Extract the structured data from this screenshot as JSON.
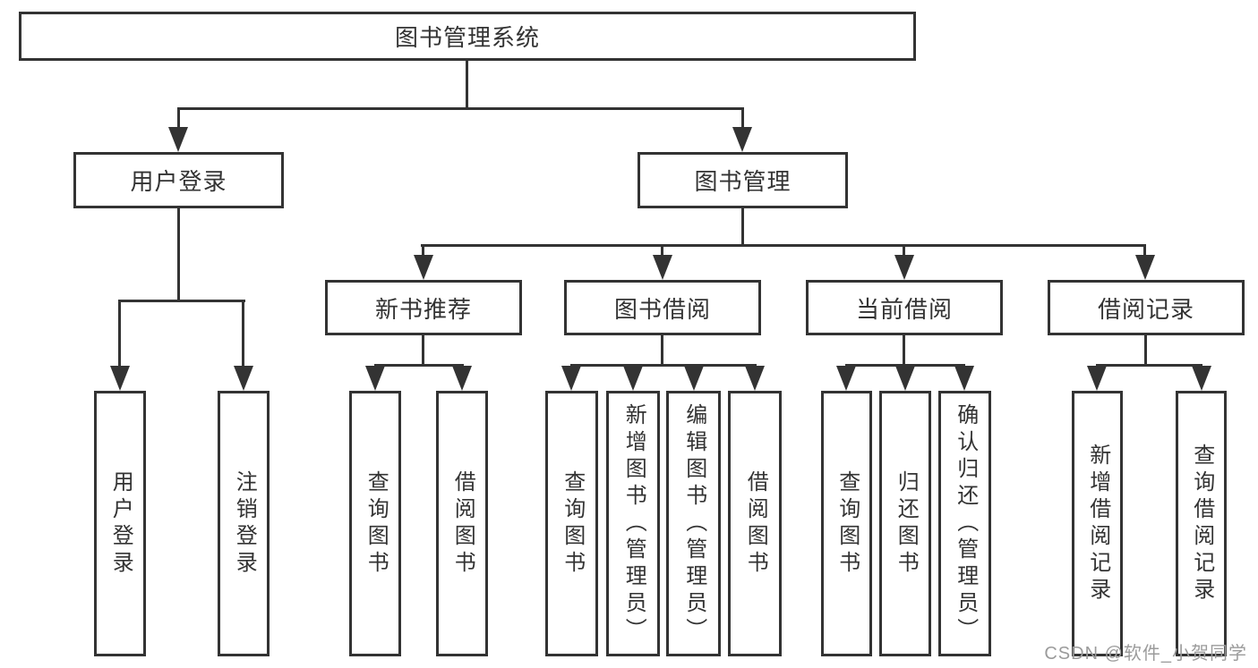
{
  "diagram": {
    "title": "图书管理系统",
    "level1": [
      "用户登录",
      "图书管理"
    ],
    "level2": [
      "新书推荐",
      "图书借阅",
      "当前借阅",
      "借阅记录"
    ],
    "leaves": {
      "login": [
        "用户登录",
        "注销登录"
      ],
      "recommend": [
        "查询图书",
        "借阅图书"
      ],
      "borrow": [
        "查询图书",
        "新增图书（管理员）",
        "编辑图书（管理员）",
        "借阅图书"
      ],
      "current": [
        "查询图书",
        "归还图书",
        "确认归还（管理员）"
      ],
      "records": [
        "新增借阅记录",
        "查询借阅记录"
      ]
    },
    "colors": {
      "line": "#333333",
      "text": "#333333",
      "watermark": "#9b9b9b",
      "background": "#ffffff"
    },
    "watermark": "CSDN @软件_小贺同学"
  }
}
